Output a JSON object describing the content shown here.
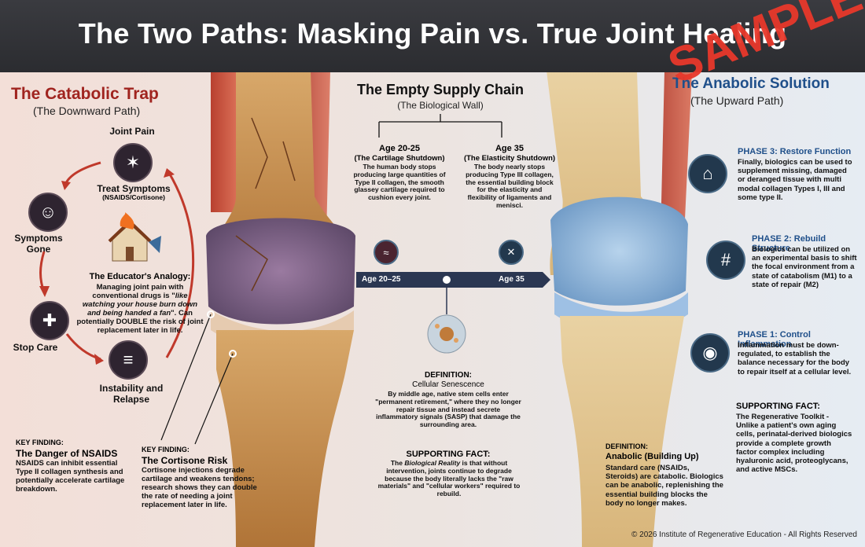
{
  "title": "The Two Paths: Masking Pain vs. True Joint Healing",
  "watermark": "SAMPLE",
  "left": {
    "title": "The Catabolic Trap",
    "subtitle": "(The Downward Path)",
    "cycle": {
      "joint_pain": "Joint Pain",
      "treat_symptoms": "Treat Symptoms",
      "treat_symptoms_sub": "(NSAIDS/Cortisone)",
      "symptoms_gone": "Symptoms Gone",
      "stop_care": "Stop Care",
      "instability": "Instability and Relapse"
    },
    "analogy_title": "The Educator's Analogy:",
    "analogy_text_1": "Managing joint pain with conventional drugs is \"",
    "analogy_quote": "like watching your house burn down and being handed a fan",
    "analogy_text_2": "\". Can potentially DOUBLE the risk of joint replacement later in life.",
    "finding1_label": "KEY FINDING:",
    "finding1_title": "The Danger of NSAIDS",
    "finding1_text": "NSAIDS can inhibit essential Type II collagen synthesis and potentially accelerate cartilage breakdown.",
    "finding2_label": "KEY FINDING:",
    "finding2_title": "The Cortisone Risk",
    "finding2_text": "Cortisone injections degrade cartilage and weakens tendons; research shows they can double the rate of needing a joint replacement later in life."
  },
  "center": {
    "title": "The Empty Supply Chain",
    "subtitle": "(The Biological Wall)",
    "age1_title": "Age 20-25",
    "age1_sub": "(The Cartilage Shutdown)",
    "age1_text": "The human body stops producing large quantities of Type II collagen, the smooth glassey cartilage required to cushion every joint.",
    "age2_title": "Age 35",
    "age2_sub": "(The Elasticity Shutdown)",
    "age2_text": "The body nearly stops producing Type III collagen, the essential building block for the elasticity and flexibility of ligaments and menisci.",
    "timeline_left": "Age 20–25",
    "timeline_right": "Age 35",
    "definition_label": "DEFINITION:",
    "definition_title": "Cellular Senescence",
    "definition_text": "By middle age, native stem cells enter \"permanent retirement,\" where they no longer repair tissue and instead secrete inflammatory signals (SASP) that damage the surrounding area.",
    "fact_label": "SUPPORTING FACT:",
    "fact_text_1": "The ",
    "fact_italic": "Biological Reality",
    "fact_text_2": " is that without intervention, joints continue to degrade because the body literally lacks the \"raw materials\" and \"cellular workers\" required to rebuild."
  },
  "right": {
    "title": "The Anabolic Solution",
    "subtitle": "(The Upward Path)",
    "phase3_title": "PHASE 3:  Restore Function",
    "phase3_text": "Finally, biologics can be used to supplement missing, damaged or deranged tissue with multi modal collagen Types I, III and some type II.",
    "phase2_title": "PHASE 2: Rebuild Structure",
    "phase2_text": "Biologics can be utilized on an experimental basis to shift the focal environment from a state of catabolism (M1) to a state of repair (M2)",
    "phase1_title": "PHASE 1: Control Inflammation",
    "phase1_text": "Inflammation must be down-regulated, to establish the balance necessary for the body to repair itself at a cellular level.",
    "fact_label": "SUPPORTING FACT:",
    "fact_text": "The Regenerative Toolkit - Unlike a patient's own aging cells, perinatal-derived biologics provide a complete growth factor complex including hyaluronic acid, proteoglycans, and active MSCs.",
    "definition_label": "DEFINITION:",
    "definition_title": "Anabolic (Building Up)",
    "definition_text": "Standard care (NSAIDs, Steroids) are catabolic. Biologics can be anabolic, replenishing the essential building blocks the body no longer makes."
  },
  "copyright": "© 2026 Institute of Regenerative Education - All Rights Reserved",
  "colors": {
    "catabolic_red": "#a0241f",
    "anabolic_blue": "#1f4f8a",
    "title_bar": "#333438"
  }
}
